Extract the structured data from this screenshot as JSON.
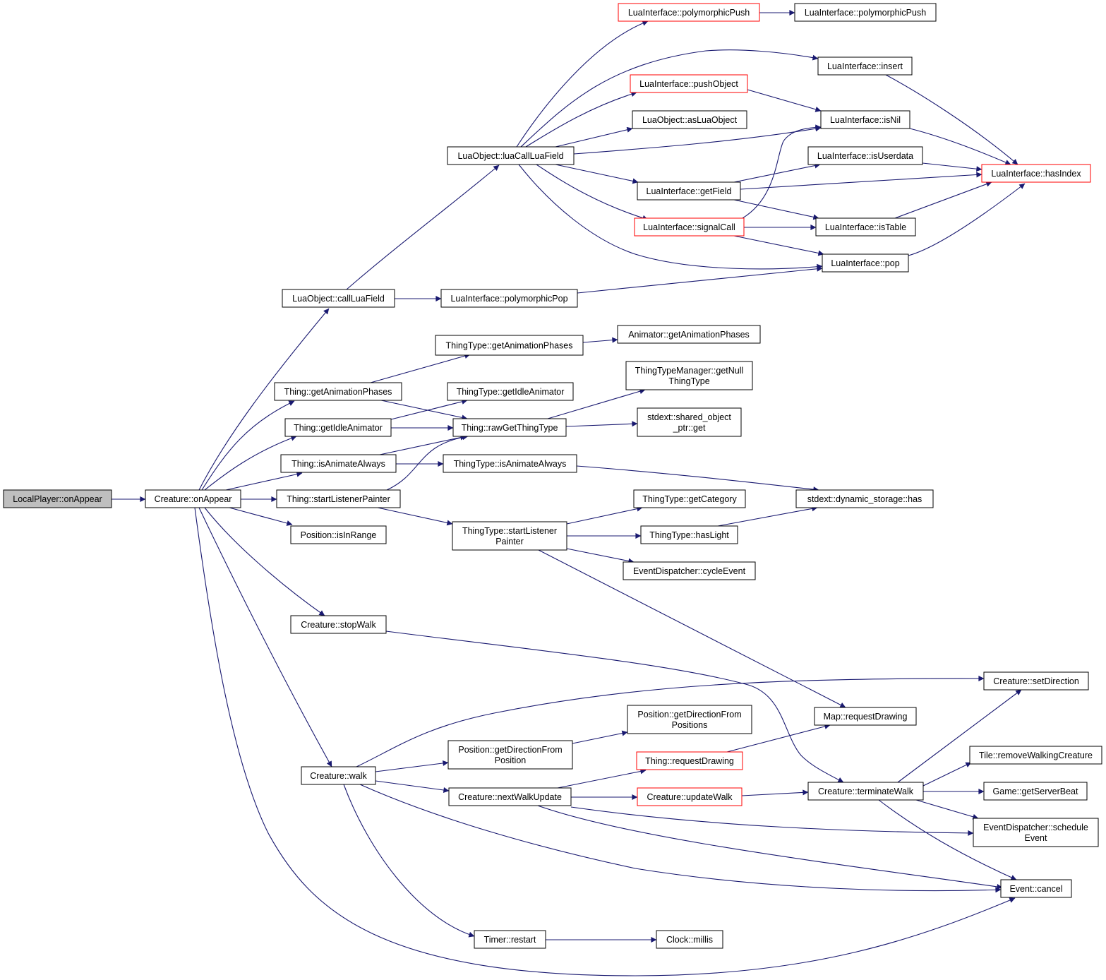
{
  "colors": {
    "edge": "#191970",
    "root_fill": "#bfbfbf",
    "highlight_border": "#ff0000",
    "node_border": "#000000"
  },
  "nodes": {
    "root": {
      "lines": [
        "LocalPlayer::onAppear"
      ]
    },
    "cOnApp": {
      "lines": [
        "Creature::onAppear"
      ]
    },
    "callLF": {
      "lines": [
        "LuaObject::callLuaField"
      ]
    },
    "polyPop": {
      "lines": [
        "LuaInterface::polymorphicPop"
      ]
    },
    "luaCall": {
      "lines": [
        "LuaObject::luaCallLuaField"
      ]
    },
    "polyPushR": {
      "lines": [
        "LuaInterface::polymorphicPush"
      ]
    },
    "polyPush": {
      "lines": [
        "LuaInterface::polymorphicPush"
      ]
    },
    "insert": {
      "lines": [
        "LuaInterface::insert"
      ]
    },
    "pushObj": {
      "lines": [
        "LuaInterface::pushObject"
      ]
    },
    "asLua": {
      "lines": [
        "LuaObject::asLuaObject"
      ]
    },
    "isNil": {
      "lines": [
        "LuaInterface::isNil"
      ]
    },
    "isUser": {
      "lines": [
        "LuaInterface::isUserdata"
      ]
    },
    "hasIdx": {
      "lines": [
        "LuaInterface::hasIndex"
      ]
    },
    "getField": {
      "lines": [
        "LuaInterface::getField"
      ]
    },
    "sigCall": {
      "lines": [
        "LuaInterface::signalCall"
      ]
    },
    "isTable": {
      "lines": [
        "LuaInterface::isTable"
      ]
    },
    "pop": {
      "lines": [
        "LuaInterface::pop"
      ]
    },
    "ttAnim": {
      "lines": [
        "ThingType::getAnimationPhases"
      ]
    },
    "animGet": {
      "lines": [
        "Animator::getAnimationPhases"
      ]
    },
    "thAnim": {
      "lines": [
        "Thing::getAnimationPhases"
      ]
    },
    "ttIdle": {
      "lines": [
        "ThingType::getIdleAnimator"
      ]
    },
    "ttmNull": {
      "lines": [
        "ThingTypeManager::getNull",
        "ThingType"
      ]
    },
    "thIdle": {
      "lines": [
        "Thing::getIdleAnimator"
      ]
    },
    "rawGet": {
      "lines": [
        "Thing::rawGetThingType"
      ]
    },
    "sharedGet": {
      "lines": [
        "stdext::shared_object",
        "_ptr::get"
      ]
    },
    "thAnimAlw": {
      "lines": [
        "Thing::isAnimateAlways"
      ]
    },
    "ttAnimAlw": {
      "lines": [
        "ThingType::isAnimateAlways"
      ]
    },
    "thStartLP": {
      "lines": [
        "Thing::startListenerPainter"
      ]
    },
    "dynHas": {
      "lines": [
        "stdext::dynamic_storage::has"
      ]
    },
    "ttCat": {
      "lines": [
        "ThingType::getCategory"
      ]
    },
    "ttStartLP": {
      "lines": [
        "ThingType::startListener",
        "Painter"
      ]
    },
    "ttLight": {
      "lines": [
        "ThingType::hasLight"
      ]
    },
    "posRange": {
      "lines": [
        "Position::isInRange"
      ]
    },
    "cycleEv": {
      "lines": [
        "EventDispatcher::cycleEvent"
      ]
    },
    "stopWalk": {
      "lines": [
        "Creature::stopWalk"
      ]
    },
    "setDir": {
      "lines": [
        "Creature::setDirection"
      ]
    },
    "mapReq": {
      "lines": [
        "Map::requestDrawing"
      ]
    },
    "posDirFs": {
      "lines": [
        "Position::getDirectionFrom",
        "Positions"
      ]
    },
    "posDirF": {
      "lines": [
        "Position::getDirectionFrom",
        "Position"
      ]
    },
    "thReq": {
      "lines": [
        "Thing::requestDrawing"
      ]
    },
    "tileRem": {
      "lines": [
        "Tile::removeWalkingCreature"
      ]
    },
    "walk": {
      "lines": [
        "Creature::walk"
      ]
    },
    "nextWalk": {
      "lines": [
        "Creature::nextWalkUpdate"
      ]
    },
    "updWalk": {
      "lines": [
        "Creature::updateWalk"
      ]
    },
    "termWalk": {
      "lines": [
        "Creature::terminateWalk"
      ]
    },
    "srvBeat": {
      "lines": [
        "Game::getServerBeat"
      ]
    },
    "schedEv": {
      "lines": [
        "EventDispatcher::schedule",
        "Event"
      ]
    },
    "evCancel": {
      "lines": [
        "Event::cancel"
      ]
    },
    "tRestart": {
      "lines": [
        "Timer::restart"
      ]
    },
    "clkMillis": {
      "lines": [
        "Clock::millis"
      ]
    }
  }
}
